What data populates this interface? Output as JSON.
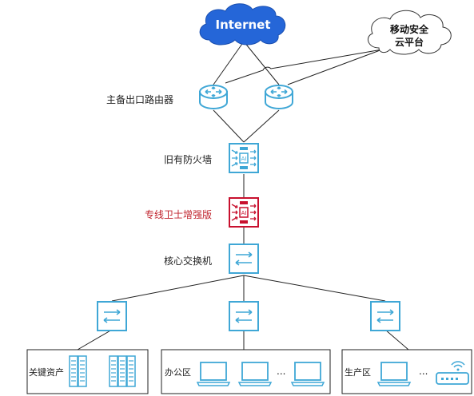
{
  "clouds": {
    "internet": "Internet",
    "mobile_security_line1": "移动安全",
    "mobile_security_line2": "云平台"
  },
  "labels": {
    "routers": "主备出口路由器",
    "old_firewall": "旧有防火墙",
    "guard": "专线卫士增强版",
    "core_switch": "核心交换机"
  },
  "zones": {
    "key_assets": "关键资产",
    "office": "办公区",
    "production": "生产区",
    "ellipsis": "..."
  },
  "colors": {
    "device_blue": "#3fa7d6",
    "guard_red": "#c8102e",
    "internet_cloud": "#2566d8",
    "line": "#222222"
  },
  "icons": {
    "router": "router-icon",
    "firewall": "firewall-icon",
    "switch": "switch-icon",
    "server": "server-rack-icon",
    "laptop": "laptop-icon",
    "iot": "iot-gateway-icon"
  }
}
